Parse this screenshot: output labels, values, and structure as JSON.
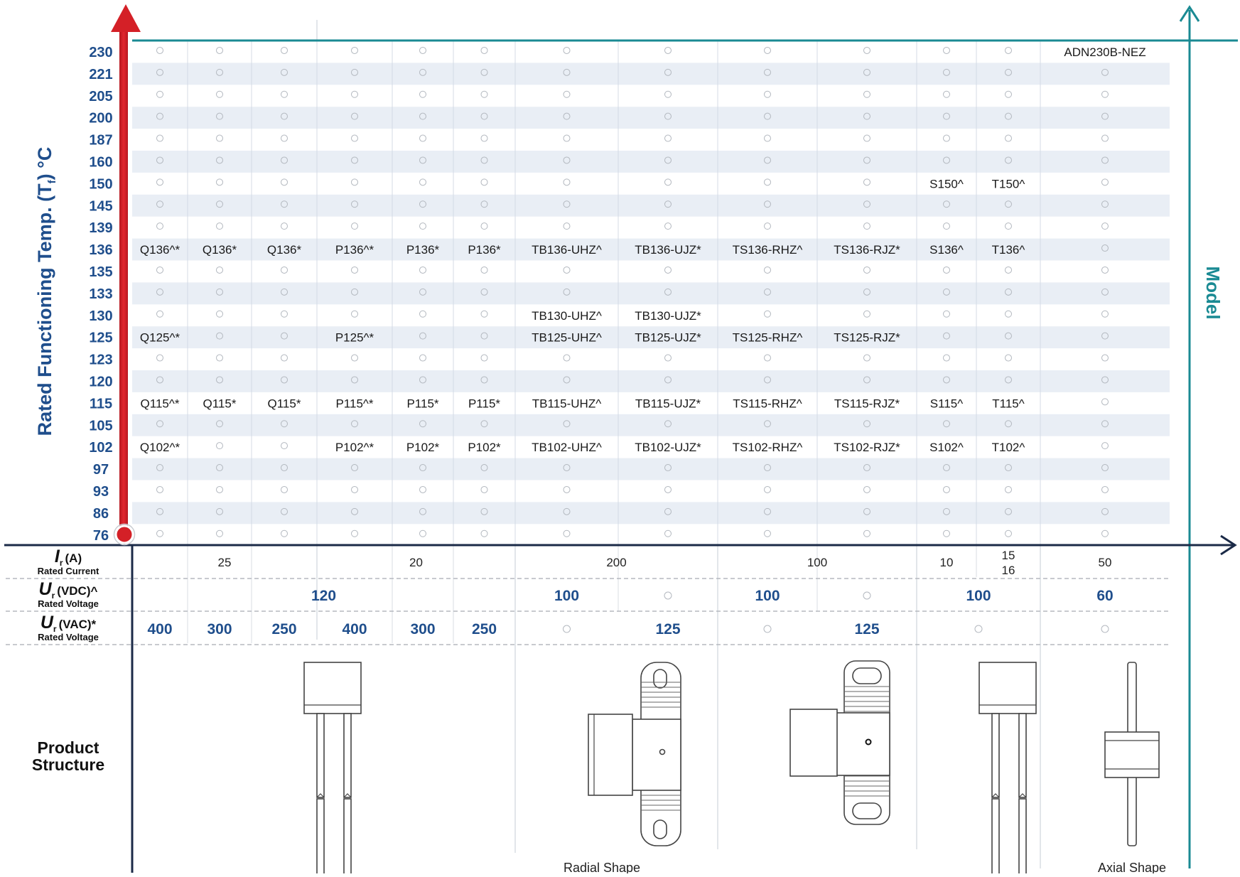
{
  "chart_data": {
    "type": "table",
    "y_axis_title": "Rated Functioning Temp. (T",
    "y_axis_title_sub": "f",
    "y_axis_title_end": ") °C",
    "right_axis_title": "Model",
    "temperatures": [
      "230",
      "221",
      "205",
      "200",
      "187",
      "160",
      "150",
      "145",
      "139",
      "136",
      "135",
      "133",
      "130",
      "125",
      "123",
      "120",
      "115",
      "105",
      "102",
      "97",
      "93",
      "86",
      "76"
    ],
    "empty_mark": "○",
    "columns": [
      {
        "models": {
          "136": "Q136^*",
          "125": "Q125^*",
          "115": "Q115^*",
          "102": "Q102^*"
        }
      },
      {
        "models": {
          "136": "Q136*",
          "115": "Q115*"
        }
      },
      {
        "models": {
          "136": "Q136*",
          "115": "Q115*"
        }
      },
      {
        "models": {
          "136": "P136^*",
          "125": "P125^*",
          "115": "P115^*",
          "102": "P102^*"
        }
      },
      {
        "models": {
          "136": "P136*",
          "115": "P115*",
          "102": "P102*"
        }
      },
      {
        "models": {
          "136": "P136*",
          "115": "P115*",
          "102": "P102*"
        }
      },
      {
        "models": {
          "136": "TB136-UHZ^",
          "130": "TB130-UHZ^",
          "125": "TB125-UHZ^",
          "115": "TB115-UHZ^",
          "102": "TB102-UHZ^"
        }
      },
      {
        "models": {
          "136": "TB136-UJZ*",
          "130": "TB130-UJZ*",
          "125": "TB125-UJZ*",
          "115": "TB115-UJZ*",
          "102": "TB102-UJZ*"
        }
      },
      {
        "models": {
          "136": "TS136-RHZ^",
          "125": "TS125-RHZ^",
          "115": "TS115-RHZ^",
          "102": "TS102-RHZ^"
        }
      },
      {
        "models": {
          "136": "TS136-RJZ*",
          "125": "TS125-RJZ*",
          "115": "TS115-RJZ*",
          "102": "TS102-RJZ*"
        }
      },
      {
        "models": {
          "150": "S150^",
          "136": "S136^",
          "115": "S115^",
          "102": "S102^"
        }
      },
      {
        "models": {
          "150": "T150^",
          "136": "T136^",
          "115": "T115^",
          "102": "T102^"
        }
      },
      {
        "models": {
          "230": "ADN230B-NEZ"
        }
      }
    ],
    "current": {
      "symbol": "I",
      "sub": "r",
      "unit": "(A)",
      "label": "Rated Current",
      "groups": [
        {
          "from": 0,
          "to": 2,
          "value": "25"
        },
        {
          "from": 3,
          "to": 5,
          "value": "20"
        },
        {
          "from": 6,
          "to": 7,
          "value": "200"
        },
        {
          "from": 8,
          "to": 9,
          "value": "100"
        },
        {
          "from": 10,
          "to": 10,
          "value": "10"
        },
        {
          "from": 11,
          "to": 11,
          "value": "15",
          "value2": "16"
        },
        {
          "from": 12,
          "to": 12,
          "value": "50"
        }
      ]
    },
    "vdc": {
      "symbol": "U",
      "sub": "r",
      "unit": "(VDC)^",
      "label": "Rated Voltage",
      "groups": [
        {
          "from": 0,
          "to": 5,
          "value": "120"
        },
        {
          "from": 6,
          "to": 6,
          "value": "100"
        },
        {
          "from": 7,
          "to": 7,
          "value": "○",
          "empty": true
        },
        {
          "from": 8,
          "to": 8,
          "value": "100"
        },
        {
          "from": 9,
          "to": 9,
          "value": "○",
          "empty": true
        },
        {
          "from": 10,
          "to": 11,
          "value": "100"
        },
        {
          "from": 12,
          "to": 12,
          "value": "60"
        }
      ]
    },
    "vac": {
      "symbol": "U",
      "sub": "r",
      "unit": "(VAC)*",
      "label": "Rated Voltage",
      "groups": [
        {
          "from": 0,
          "to": 0,
          "value": "400"
        },
        {
          "from": 1,
          "to": 1,
          "value": "300"
        },
        {
          "from": 2,
          "to": 2,
          "value": "250"
        },
        {
          "from": 3,
          "to": 3,
          "value": "400"
        },
        {
          "from": 4,
          "to": 4,
          "value": "300"
        },
        {
          "from": 5,
          "to": 5,
          "value": "250"
        },
        {
          "from": 6,
          "to": 6,
          "value": "○",
          "empty": true
        },
        {
          "from": 7,
          "to": 7,
          "value": "125"
        },
        {
          "from": 8,
          "to": 8,
          "value": "○",
          "empty": true
        },
        {
          "from": 9,
          "to": 9,
          "value": "125"
        },
        {
          "from": 10,
          "to": 11,
          "value": "○",
          "empty": true
        },
        {
          "from": 12,
          "to": 12,
          "value": "○",
          "empty": true
        }
      ]
    },
    "structure_label_1": "Product",
    "structure_label_2": "Structure",
    "shape_labels": {
      "radial": "Radial Shape",
      "axial": "Axial Shape"
    },
    "colors": {
      "accent_blue": "#1f4e8c",
      "teal": "#1a8a93",
      "red_arrow": "#d42027",
      "navy_axis": "#1b2a47",
      "stripe": "#e9eef5"
    }
  }
}
